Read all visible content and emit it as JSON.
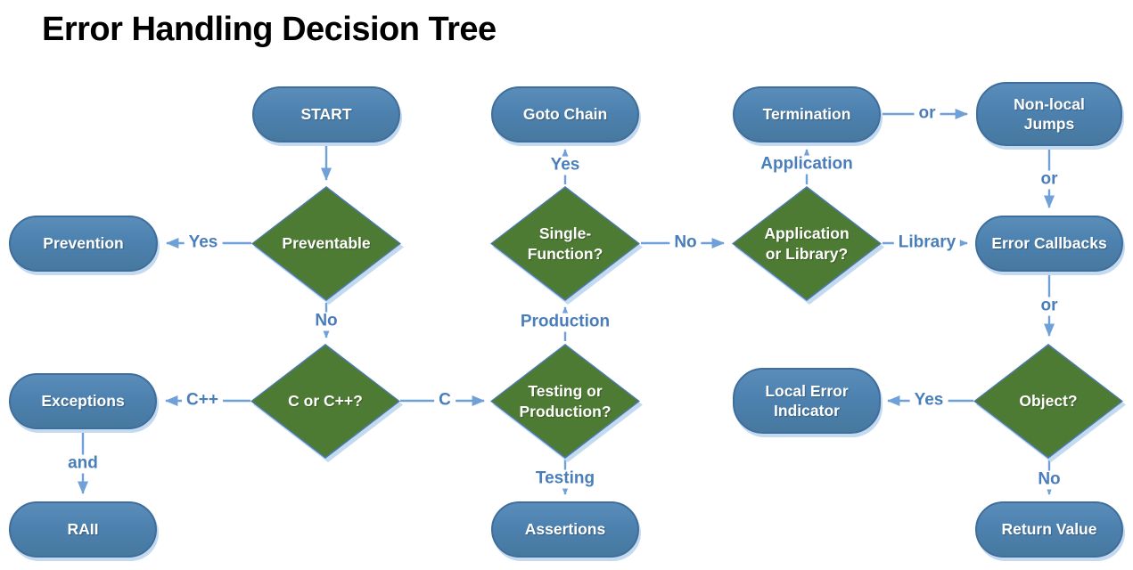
{
  "title": "Error Handling Decision Tree",
  "colors": {
    "terminal_fill": "#4d81af",
    "terminal_border": "#3f6d9c",
    "decision_fill": "#4e7b33",
    "decision_border": "#4a7ab0",
    "arrow": "#6fa0d8",
    "edge_label_text": "#4a7ebb",
    "shadow": "#c3daf0",
    "node_text": "#ffffff",
    "title_text": "#000000"
  },
  "nodes": [
    {
      "id": "start",
      "type": "terminal",
      "label": "START"
    },
    {
      "id": "goto-chain",
      "type": "terminal",
      "label": "Goto Chain"
    },
    {
      "id": "termination",
      "type": "terminal",
      "label": "Termination"
    },
    {
      "id": "non-local-jumps",
      "type": "terminal",
      "label": "Non-local\nJumps"
    },
    {
      "id": "prevention",
      "type": "terminal",
      "label": "Prevention"
    },
    {
      "id": "preventable",
      "type": "decision",
      "label": "Preventable"
    },
    {
      "id": "single-function",
      "type": "decision",
      "label": "Single-\nFunction?"
    },
    {
      "id": "application-or-library",
      "type": "decision",
      "label": "Application\nor Library?"
    },
    {
      "id": "error-callbacks",
      "type": "terminal",
      "label": "Error Callbacks"
    },
    {
      "id": "exceptions",
      "type": "terminal",
      "label": "Exceptions"
    },
    {
      "id": "c-or-cpp",
      "type": "decision",
      "label": "C or C++?"
    },
    {
      "id": "testing-or-production",
      "type": "decision",
      "label": "Testing or\nProduction?"
    },
    {
      "id": "local-error-indicator",
      "type": "terminal",
      "label": "Local Error\nIndicator"
    },
    {
      "id": "object",
      "type": "decision",
      "label": "Object?"
    },
    {
      "id": "raii",
      "type": "terminal",
      "label": "RAII"
    },
    {
      "id": "assertions",
      "type": "terminal",
      "label": "Assertions"
    },
    {
      "id": "return-value",
      "type": "terminal",
      "label": "Return Value"
    }
  ],
  "edge_labels": [
    {
      "id": "preventable-to-prevention",
      "label": "Yes"
    },
    {
      "id": "preventable-to-c-or-cpp",
      "label": "No"
    },
    {
      "id": "c-or-cpp-to-exceptions",
      "label": "C++"
    },
    {
      "id": "c-or-cpp-to-testing",
      "label": "C"
    },
    {
      "id": "testing-to-single-function",
      "label": "Production"
    },
    {
      "id": "testing-to-assertions",
      "label": "Testing"
    },
    {
      "id": "single-function-to-goto-chain",
      "label": "Yes"
    },
    {
      "id": "single-function-to-application",
      "label": "No"
    },
    {
      "id": "application-to-termination",
      "label": "Application"
    },
    {
      "id": "application-to-error-callbacks",
      "label": "Library"
    },
    {
      "id": "termination-to-non-local-jumps",
      "label": "or"
    },
    {
      "id": "non-local-jumps-to-error-callbacks",
      "label": "or"
    },
    {
      "id": "error-callbacks-to-object",
      "label": "or"
    },
    {
      "id": "object-to-local-error-indicator",
      "label": "Yes"
    },
    {
      "id": "object-to-return-value",
      "label": "No"
    },
    {
      "id": "exceptions-to-raii",
      "label": "and"
    }
  ]
}
